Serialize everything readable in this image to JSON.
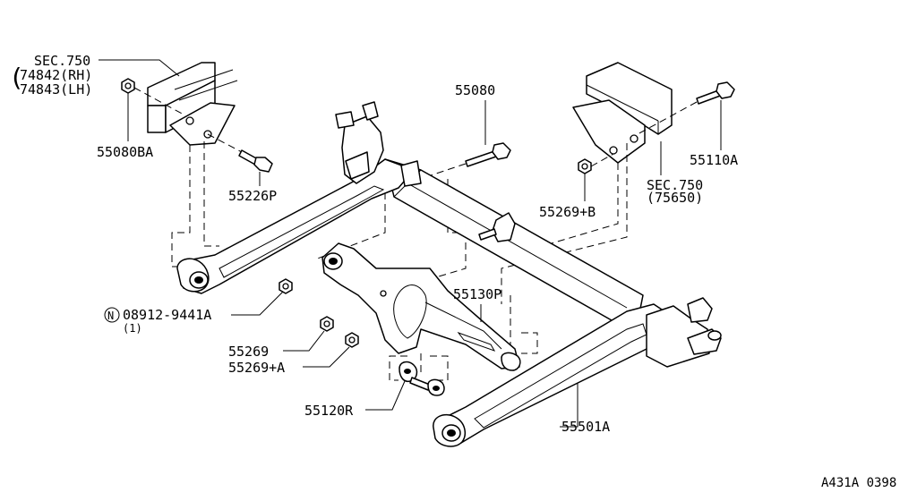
{
  "labels": {
    "sec750_left": "SEC.750",
    "rh": "74842(RH)",
    "lh": "74843(LH)",
    "p55080ba": "55080BA",
    "p55226p": "55226P",
    "p55080": "55080",
    "p55269b": "55269+B",
    "p55110a": "55110A",
    "sec750_right": "SEC.750",
    "p75650": "(75650)",
    "p55130p": "55130P",
    "p08912": "08912-9441A",
    "qty1": "(1)",
    "nut_symbol": "N",
    "p55269": "55269",
    "p55269a": "55269+A",
    "p55120r": "55120R",
    "p55501a": "55501A",
    "footer_code": "A431A 0398"
  }
}
